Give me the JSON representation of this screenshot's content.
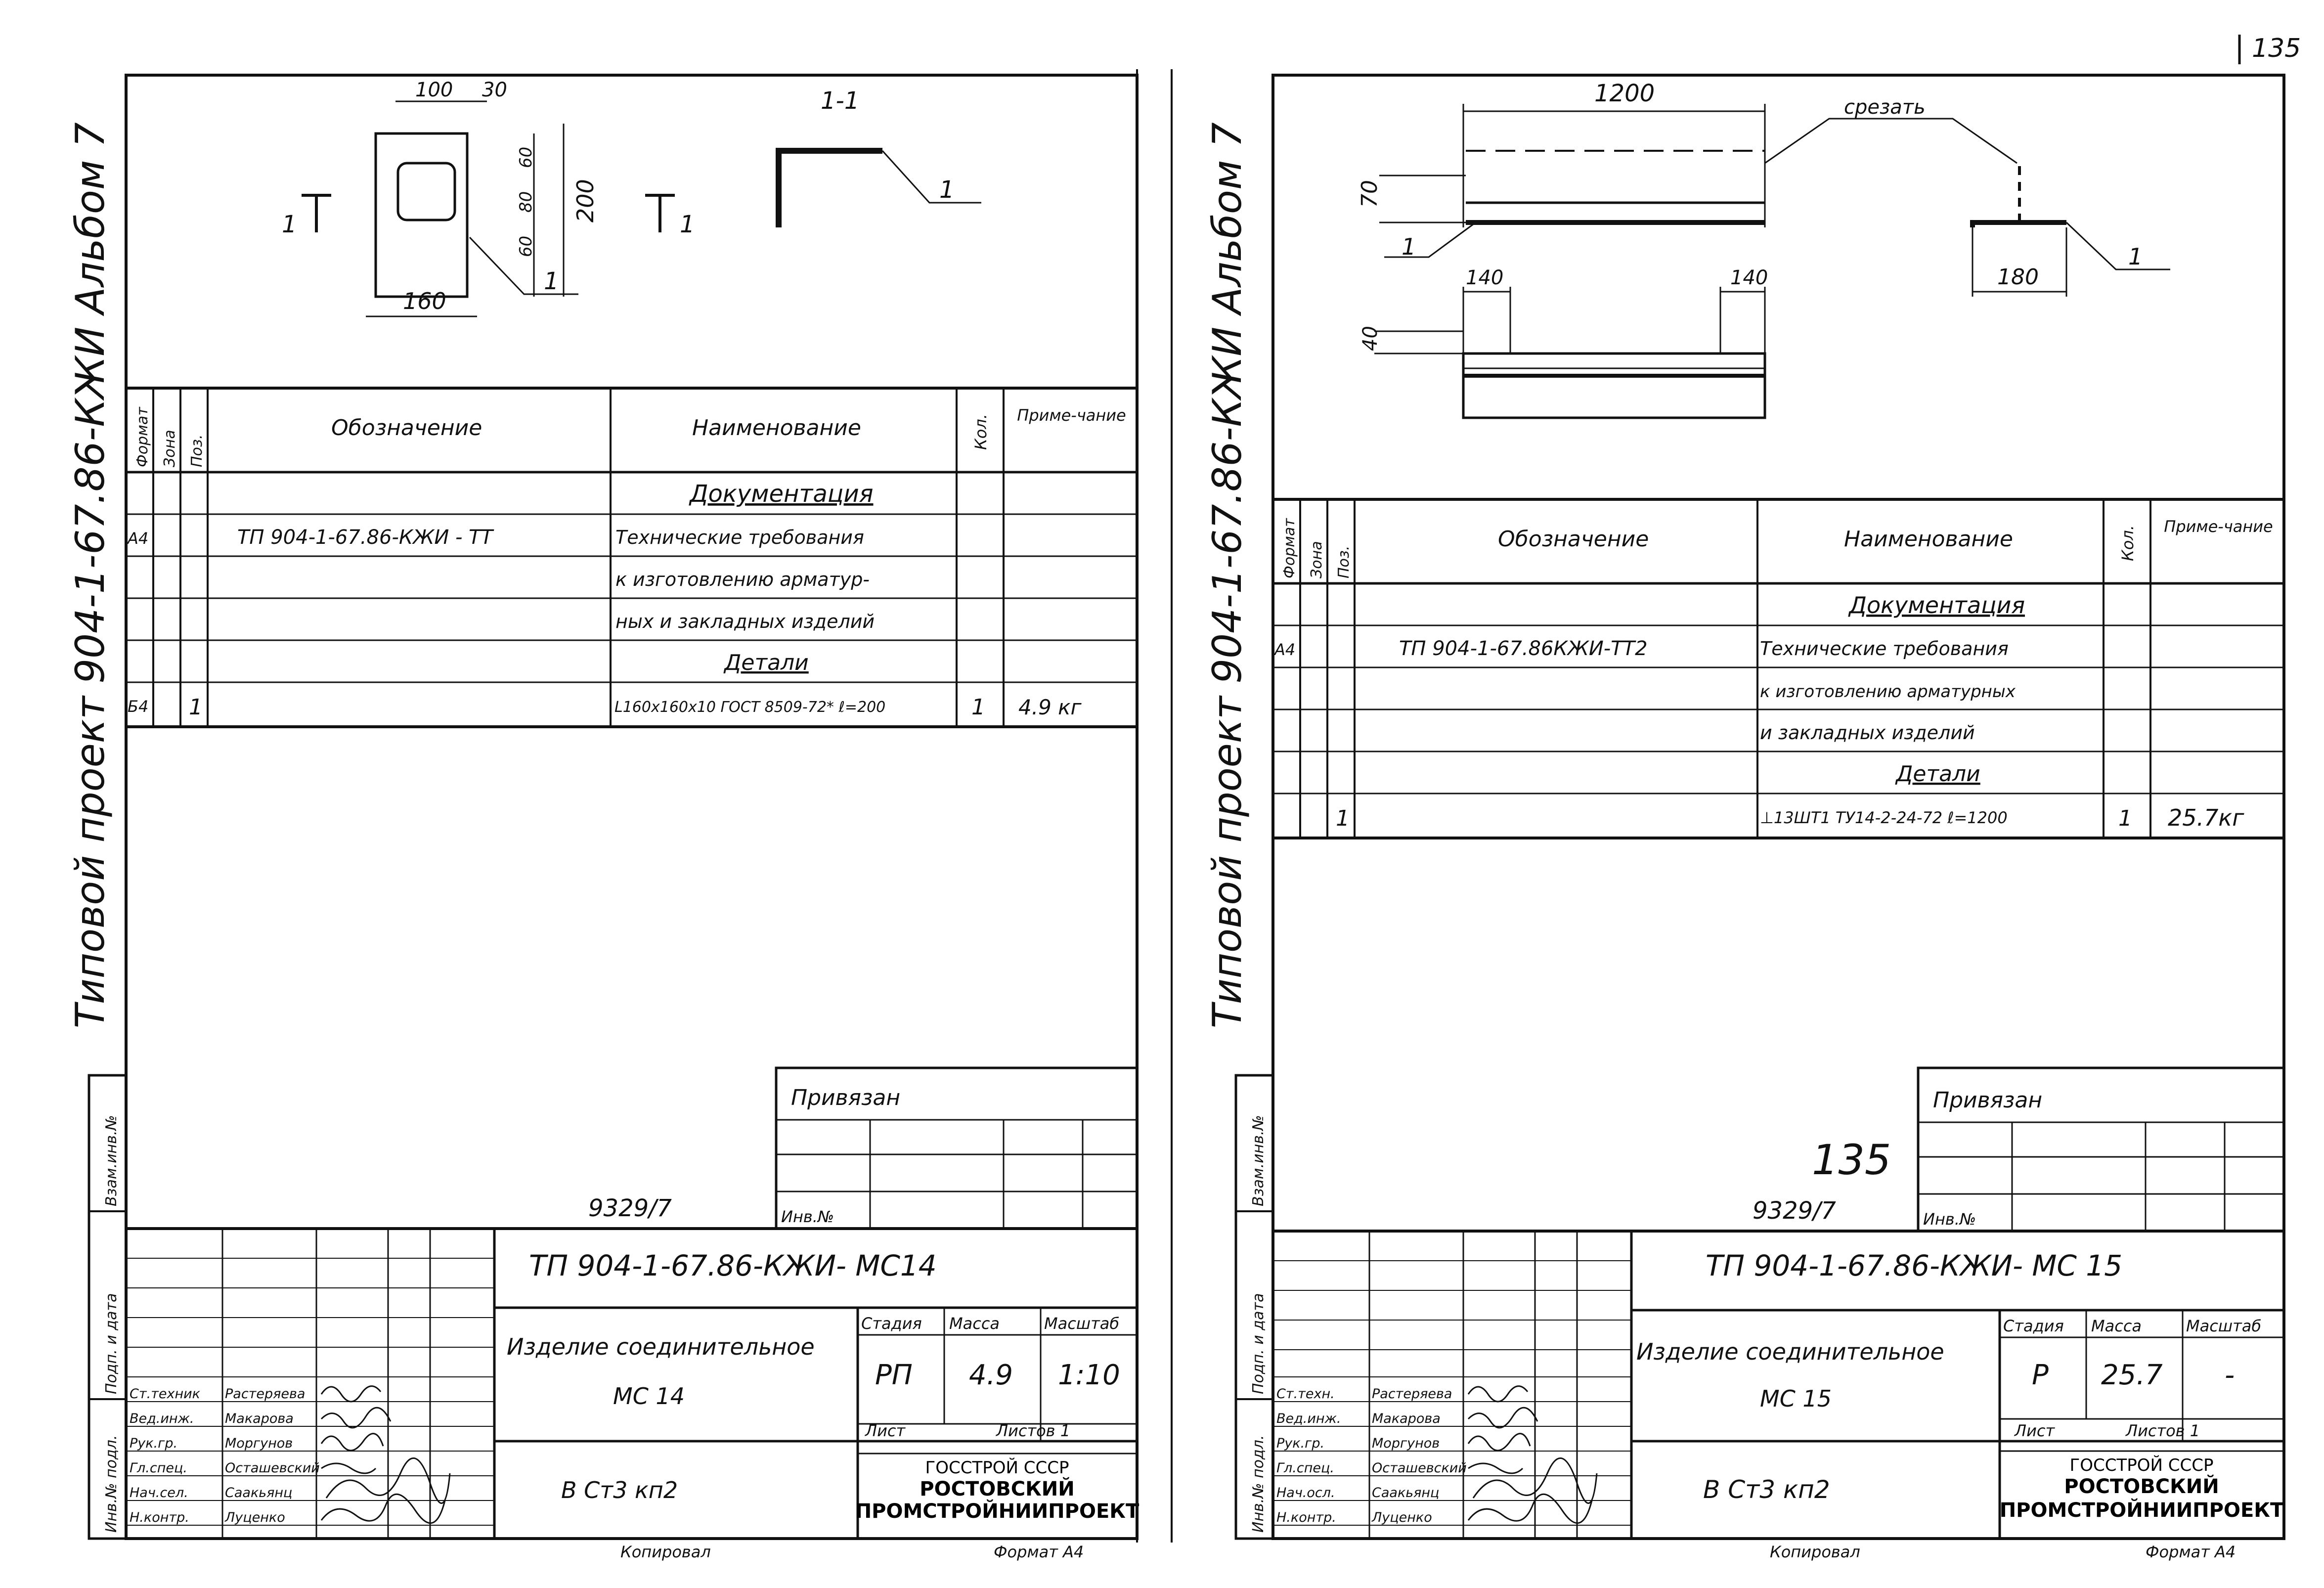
{
  "corner_page_number": "135",
  "sheets": [
    {
      "side_caption": "Типовой проект 904-1-67.86-КЖИ Альбом 7",
      "drawing": {
        "dims": [
          "100",
          "30",
          "60",
          "80",
          "60",
          "200",
          "160"
        ],
        "section_marks": [
          "1",
          "1"
        ],
        "section_title": "1-1",
        "callouts": [
          "1",
          "1"
        ]
      },
      "spec": {
        "headers": [
          "Формат",
          "Зона",
          "Поз.",
          "Обозначение",
          "Наименование",
          "Кол.",
          "Приме-чание"
        ],
        "rows": [
          [
            "",
            "",
            "",
            "",
            "Документация",
            "",
            ""
          ],
          [
            "А4",
            "",
            "",
            "ТП 904-1-67.86-КЖИ - ТТ",
            "Технические требования",
            "",
            ""
          ],
          [
            "",
            "",
            "",
            "",
            "к изготовлению арматур-",
            "",
            ""
          ],
          [
            "",
            "",
            "",
            "",
            "ных и закладных изделий",
            "",
            ""
          ],
          [
            "",
            "",
            "",
            "",
            "Детали",
            "",
            ""
          ],
          [
            "Б4",
            "",
            "1",
            "",
            "L160x160x10 ГОСТ 8509-72* ℓ=200",
            "1",
            "4.9 кг"
          ]
        ]
      },
      "stamp": {
        "privyazan": "Привязан",
        "inv_label": "Инв.№",
        "copy_number": "",
        "drawing_number": "9329/7",
        "designation": "ТП 904-1-67.86-КЖИ- МС14",
        "title_line1": "Изделие соединительное",
        "title_line2": "МС 14",
        "material": "В Ст3 кп2",
        "col_headers": [
          "Стадия",
          "Масса",
          "Масштаб"
        ],
        "stage": "РП",
        "mass": "4.9",
        "scale": "1:10",
        "sheet_label": "Лист",
        "sheets_label": "Листов 1",
        "org1": "ГОССТРОЙ СССР",
        "org2": "РОСТОВСКИЙ",
        "org3": "ПРОМСТРОЙНИИПРОЕКТ",
        "people": [
          [
            "Ст.техник",
            "Растеряева"
          ],
          [
            "Вед.инж.",
            "Макарова"
          ],
          [
            "Рук.гр.",
            "Моргунов"
          ],
          [
            "Гл.спец.",
            "Осташевский"
          ],
          [
            "Нач.сел.",
            "Саакьянц"
          ],
          [
            "Н.контр.",
            "Луценко"
          ]
        ],
        "left_column_labels": [
          "Взам.инв.№",
          "Подп. и дата",
          "Инв.№ подл."
        ],
        "copied": "Копировал",
        "format": "Формат А4"
      }
    },
    {
      "side_caption": "Типовой проект 904-1-67.86-КЖИ Альбом 7",
      "drawing": {
        "dims": [
          "1200",
          "70",
          "140",
          "140",
          "40",
          "180"
        ],
        "cut_label": "срезать",
        "callouts": [
          "1",
          "1"
        ]
      },
      "spec": {
        "headers": [
          "Формат",
          "Зона",
          "Поз.",
          "Обозначение",
          "Наименование",
          "Кол.",
          "Приме-чание"
        ],
        "rows": [
          [
            "",
            "",
            "",
            "",
            "Документация",
            "",
            ""
          ],
          [
            "А4",
            "",
            "",
            "ТП 904-1-67.86КЖИ-ТТ2",
            "Технические требования",
            "",
            ""
          ],
          [
            "",
            "",
            "",
            "",
            "к изготовлению арматурных",
            "",
            ""
          ],
          [
            "",
            "",
            "",
            "",
            "и закладных изделий",
            "",
            ""
          ],
          [
            "",
            "",
            "",
            "",
            "Детали",
            "",
            ""
          ],
          [
            "",
            "",
            "1",
            "",
            "⊥13ШТ1 ТУ14-2-24-72 ℓ=1200",
            "1",
            "25.7кг"
          ]
        ]
      },
      "stamp": {
        "privyazan": "Привязан",
        "inv_label": "Инв.№",
        "copy_number": "135",
        "drawing_number": "9329/7",
        "designation": "ТП 904-1-67.86-КЖИ- МС 15",
        "title_line1": "Изделие соединительное",
        "title_line2": "МС 15",
        "material": "В Ст3 кп2",
        "col_headers": [
          "Стадия",
          "Масса",
          "Масштаб"
        ],
        "stage": "Р",
        "mass": "25.7",
        "scale": "-",
        "sheet_label": "Лист",
        "sheets_label": "Листов 1",
        "org1": "ГОССТРОЙ СССР",
        "org2": "РОСТОВСКИЙ",
        "org3": "ПРОМСТРОЙНИИПРОЕКТ",
        "people": [
          [
            "Ст.техн.",
            "Растеряева"
          ],
          [
            "Вед.инж.",
            "Макарова"
          ],
          [
            "Рук.гр.",
            "Моргунов"
          ],
          [
            "Гл.спец.",
            "Осташевский"
          ],
          [
            "Нач.осл.",
            "Саакьянц"
          ],
          [
            "Н.контр.",
            "Луценко"
          ]
        ],
        "left_column_labels": [
          "Взам.инв.№",
          "Подп. и дата",
          "Инв.№ подл."
        ],
        "copied": "Копировал",
        "format": "Формат А4"
      }
    }
  ]
}
